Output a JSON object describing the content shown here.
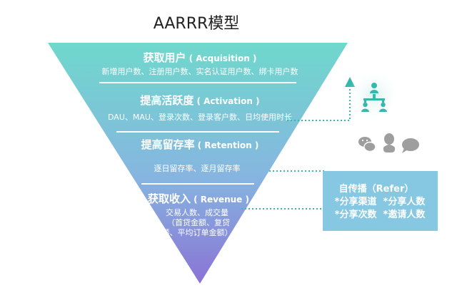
{
  "title": "AARRR模型",
  "stages": [
    {
      "title": "获取用户",
      "en": "( Acquisition )",
      "lines": [
        "新增用户数、注册用户数、实名认证用户数、绑卡用户数"
      ]
    },
    {
      "title": "提高活跃度",
      "en": "( Activation )",
      "lines": [
        "DAU、MAU、登录次数、登录客户数、日均使用时长"
      ]
    },
    {
      "title": "提高留存率",
      "en": "( Retention )",
      "lines": [
        "逐日留存率、逐月留存率"
      ]
    },
    {
      "title": "获取收入",
      "en": "( Revenue )",
      "lines": [
        "交易人数、成交量",
        "（首贷金额、复贷",
        "额、平均订单金额）"
      ]
    }
  ],
  "refer": {
    "title": "自传播（Refer）",
    "line1": "*分享渠道  *分享人数",
    "line2": "*分享次数  *邀请人数"
  },
  "colors": {
    "funnel_top": "#6fd8cc",
    "funnel_mid": "#86b6e0",
    "funnel_bottom": "#8a73d6",
    "refer_box": "#86c7e2",
    "teal_accent": "#37b8ac",
    "icon_gray": "#9e9e9e"
  }
}
